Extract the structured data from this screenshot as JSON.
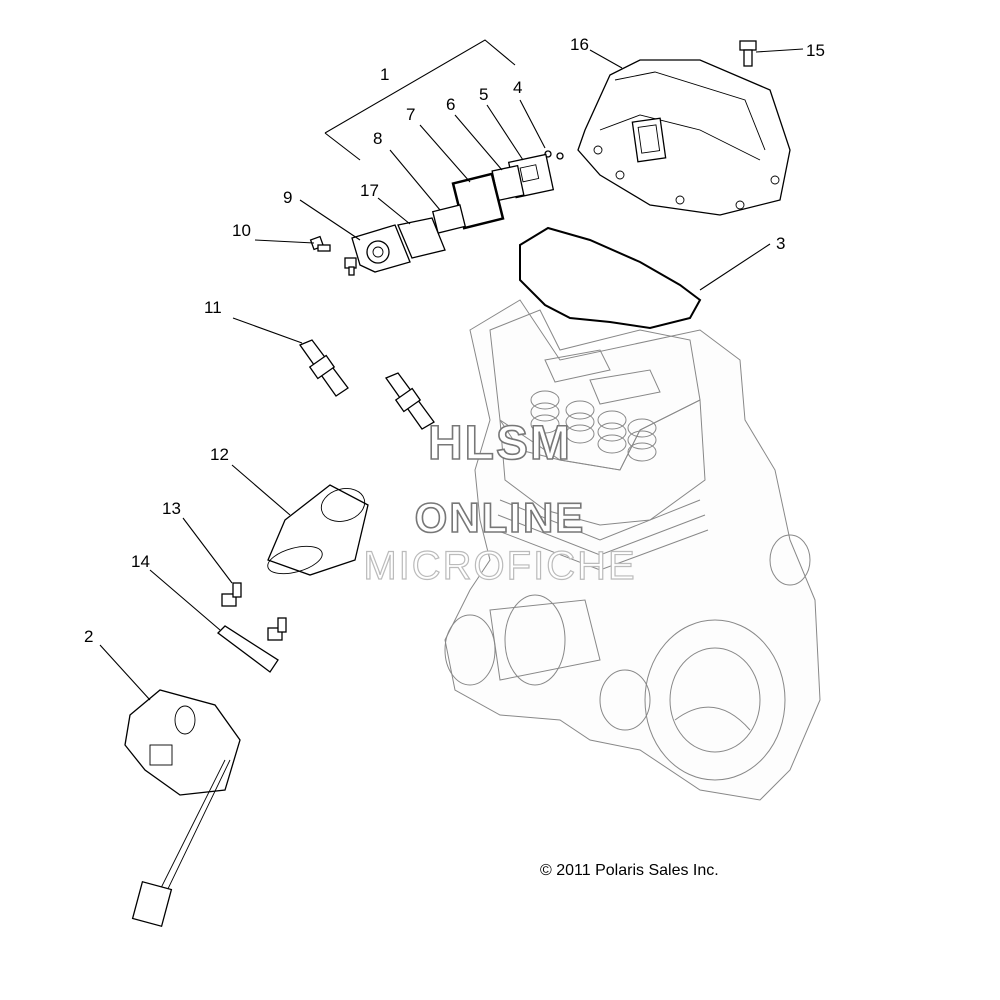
{
  "callouts": [
    {
      "id": "1",
      "label": "1"
    },
    {
      "id": "2",
      "label": "2"
    },
    {
      "id": "3",
      "label": "3"
    },
    {
      "id": "4",
      "label": "4"
    },
    {
      "id": "5",
      "label": "5"
    },
    {
      "id": "6",
      "label": "6"
    },
    {
      "id": "7",
      "label": "7"
    },
    {
      "id": "8",
      "label": "8"
    },
    {
      "id": "9",
      "label": "9"
    },
    {
      "id": "10",
      "label": "10"
    },
    {
      "id": "11",
      "label": "11"
    },
    {
      "id": "12",
      "label": "12"
    },
    {
      "id": "13",
      "label": "13"
    },
    {
      "id": "14",
      "label": "14"
    },
    {
      "id": "15",
      "label": "15"
    },
    {
      "id": "16",
      "label": "16"
    },
    {
      "id": "17",
      "label": "17"
    }
  ],
  "watermark": {
    "line1": "HLSM",
    "line2": "ONLINE",
    "line3": "MICROFICHE"
  },
  "copyright": "© 2011 Polaris Sales Inc."
}
